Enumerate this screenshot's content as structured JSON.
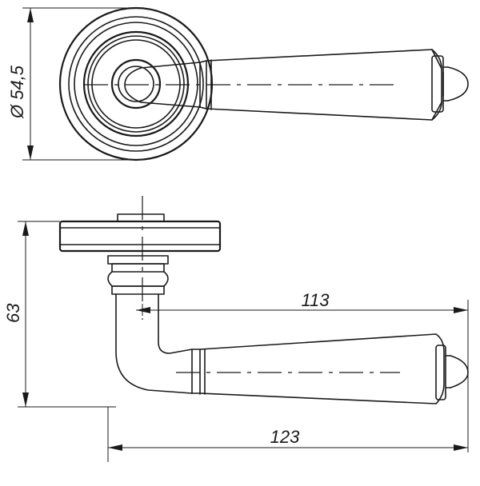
{
  "dimensions": {
    "rosette_diameter": "Ø 54,5",
    "height": "63",
    "handle_length_from_axis": "113",
    "overall_length": "123"
  }
}
